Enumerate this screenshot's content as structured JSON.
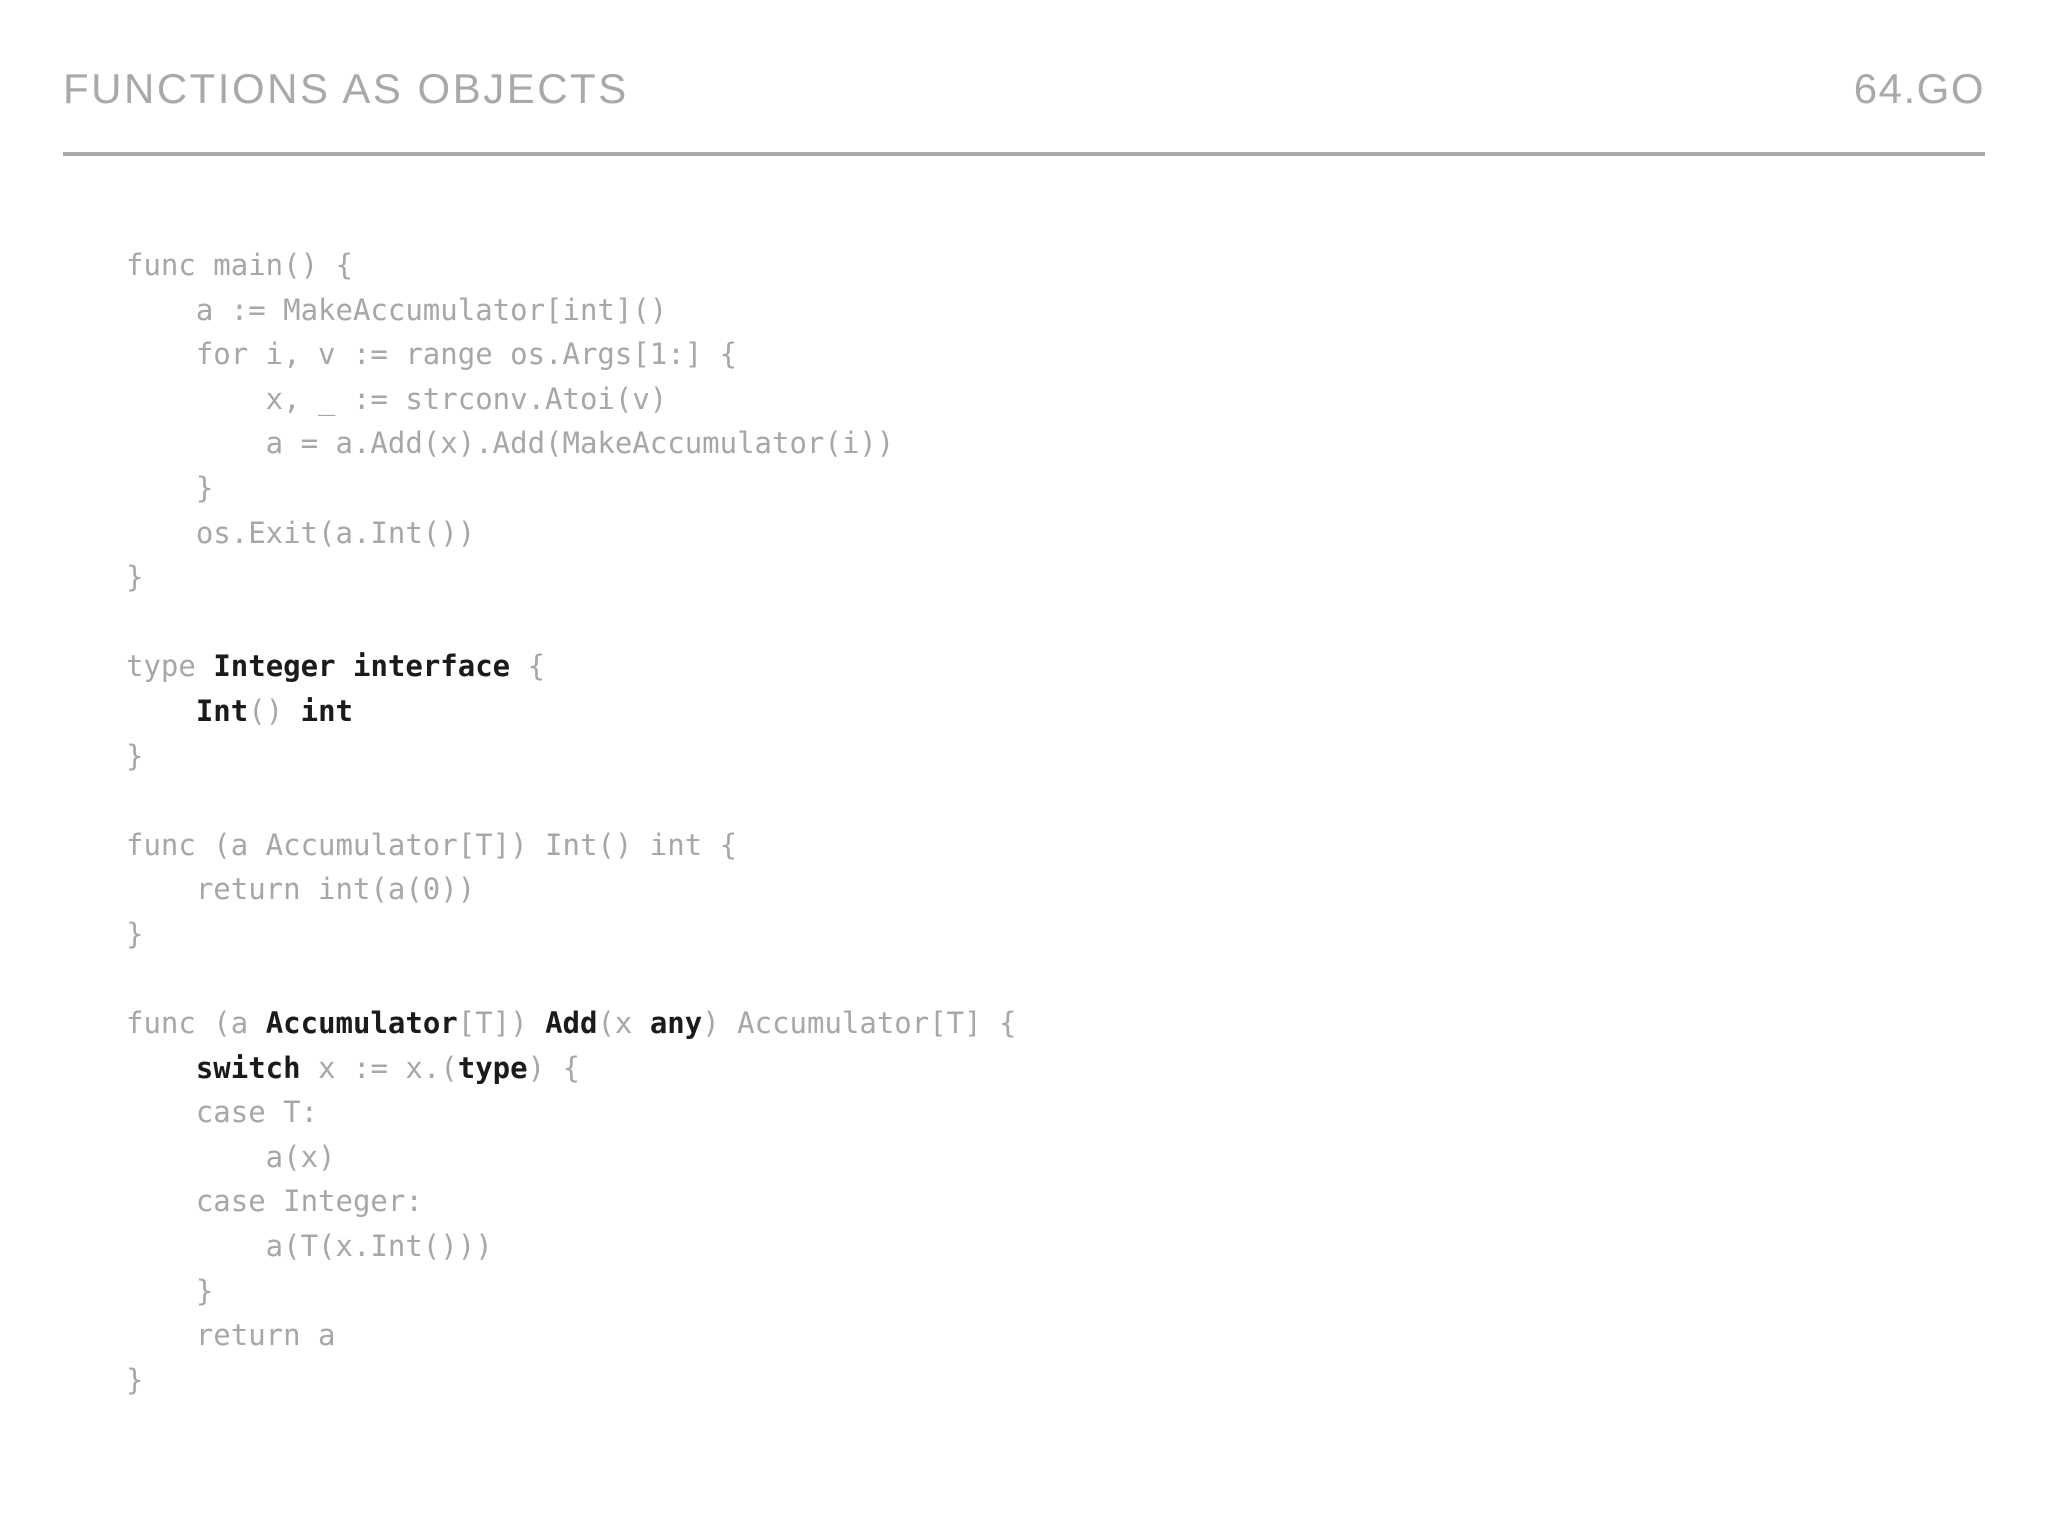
{
  "header": {
    "title": "FUNCTIONS AS OBJECTS",
    "tag": "64.GO",
    "rule_color": "#a8a9ab",
    "title_color": "#a9a9a9"
  },
  "theme": {
    "background": "#ffffff",
    "code_dim": "#c3c3c3",
    "code_normal": "#a7a7a7",
    "code_highlight": "#1b1b1b"
  },
  "code": {
    "language": "go",
    "lines": [
      {
        "id": "l01",
        "tokens": [
          {
            "t": "func main() {",
            "e": "norm"
          }
        ]
      },
      {
        "id": "l02",
        "tokens": [
          {
            "t": "    a := MakeAccumulator[int]()",
            "e": "norm"
          }
        ]
      },
      {
        "id": "l03",
        "tokens": [
          {
            "t": "    for i, v := range os.Args[1:] {",
            "e": "norm"
          }
        ]
      },
      {
        "id": "l04",
        "tokens": [
          {
            "t": "        x, _ := strconv.Atoi(v)",
            "e": "norm"
          }
        ]
      },
      {
        "id": "l05",
        "tokens": [
          {
            "t": "        a = a.Add(x).Add(MakeAccumulator(i))",
            "e": "norm"
          }
        ]
      },
      {
        "id": "l06",
        "tokens": [
          {
            "t": "    }",
            "e": "norm"
          }
        ]
      },
      {
        "id": "l07",
        "tokens": [
          {
            "t": "    os.Exit(a.Int())",
            "e": "norm"
          }
        ]
      },
      {
        "id": "l08",
        "tokens": [
          {
            "t": "}",
            "e": "norm"
          }
        ]
      },
      {
        "id": "l09",
        "tokens": [
          {
            "t": "",
            "e": "norm"
          }
        ]
      },
      {
        "id": "l10",
        "tokens": [
          {
            "t": "type ",
            "e": "norm"
          },
          {
            "t": "Integer interface",
            "e": "hi"
          },
          {
            "t": " {",
            "e": "norm"
          }
        ]
      },
      {
        "id": "l11",
        "tokens": [
          {
            "t": "    ",
            "e": "norm"
          },
          {
            "t": "Int",
            "e": "hi"
          },
          {
            "t": "()",
            "e": "norm"
          },
          {
            "t": " int",
            "e": "hi"
          }
        ]
      },
      {
        "id": "l12",
        "tokens": [
          {
            "t": "}",
            "e": "norm"
          }
        ]
      },
      {
        "id": "l13",
        "tokens": [
          {
            "t": "",
            "e": "norm"
          }
        ]
      },
      {
        "id": "l14",
        "tokens": [
          {
            "t": "func (a Accumulator[T]) Int() int {",
            "e": "norm"
          }
        ]
      },
      {
        "id": "l15",
        "tokens": [
          {
            "t": "    return int(a(0))",
            "e": "norm"
          }
        ]
      },
      {
        "id": "l16",
        "tokens": [
          {
            "t": "}",
            "e": "norm"
          }
        ]
      },
      {
        "id": "l17",
        "tokens": [
          {
            "t": "",
            "e": "norm"
          }
        ]
      },
      {
        "id": "l18",
        "tokens": [
          {
            "t": "func (a ",
            "e": "norm"
          },
          {
            "t": "Accumulator",
            "e": "hi"
          },
          {
            "t": "[T]) ",
            "e": "norm"
          },
          {
            "t": "Add",
            "e": "hi"
          },
          {
            "t": "(x ",
            "e": "norm"
          },
          {
            "t": "any",
            "e": "hi"
          },
          {
            "t": ") Accumulator[T] {",
            "e": "norm"
          }
        ]
      },
      {
        "id": "l19",
        "tokens": [
          {
            "t": "    ",
            "e": "norm"
          },
          {
            "t": "switch",
            "e": "hi"
          },
          {
            "t": " x := x.(",
            "e": "norm"
          },
          {
            "t": "type",
            "e": "hi"
          },
          {
            "t": ") {",
            "e": "norm"
          }
        ]
      },
      {
        "id": "l20",
        "tokens": [
          {
            "t": "    case T:",
            "e": "norm"
          }
        ]
      },
      {
        "id": "l21",
        "tokens": [
          {
            "t": "        a(x)",
            "e": "norm"
          }
        ]
      },
      {
        "id": "l22",
        "tokens": [
          {
            "t": "    case Integer:",
            "e": "norm"
          }
        ]
      },
      {
        "id": "l23",
        "tokens": [
          {
            "t": "        a(T(x.Int()))",
            "e": "norm"
          }
        ]
      },
      {
        "id": "l24",
        "tokens": [
          {
            "t": "    }",
            "e": "norm"
          }
        ]
      },
      {
        "id": "l25",
        "tokens": [
          {
            "t": "    return a",
            "e": "norm"
          }
        ]
      },
      {
        "id": "l26",
        "tokens": [
          {
            "t": "}",
            "e": "norm"
          }
        ]
      }
    ]
  }
}
